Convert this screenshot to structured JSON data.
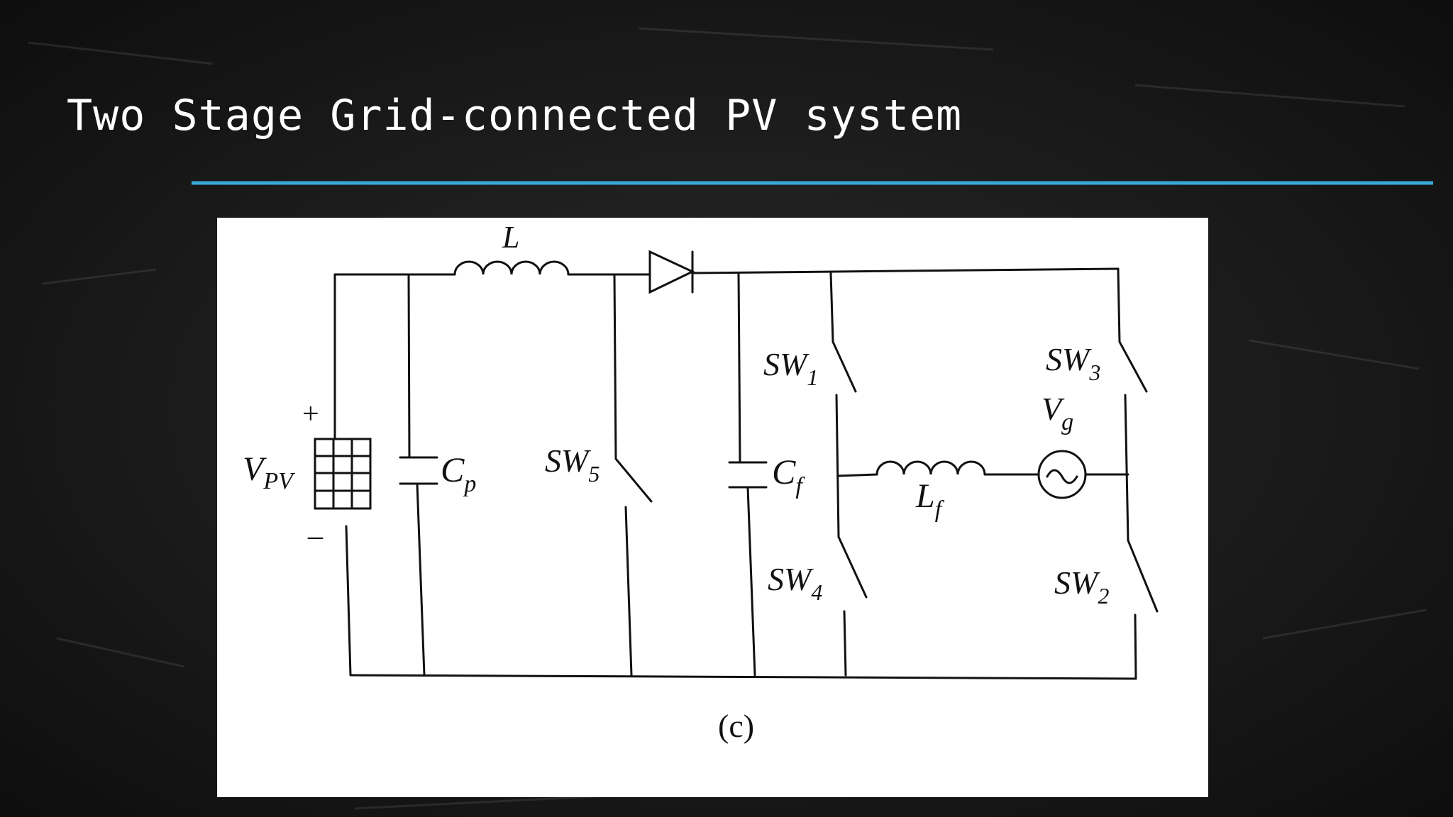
{
  "slide": {
    "title": "Two Stage Grid-connected PV system",
    "accent_color": "#3aa9d9",
    "background_color": "#1b1b1b"
  },
  "diagram": {
    "components": {
      "inductor_main": {
        "name": "L",
        "sub": ""
      },
      "pv_source": {
        "name": "V",
        "sub": "PV"
      },
      "pv_plus": "+",
      "pv_minus": "–",
      "cap_p": {
        "name": "C",
        "sub": "p"
      },
      "sw5": {
        "name": "SW",
        "sub": "5"
      },
      "cap_f": {
        "name": "C",
        "sub": "f"
      },
      "sw1": {
        "name": "SW",
        "sub": "1"
      },
      "sw3": {
        "name": "SW",
        "sub": "3"
      },
      "sw4": {
        "name": "SW",
        "sub": "4"
      },
      "sw2": {
        "name": "SW",
        "sub": "2"
      },
      "inductor_f": {
        "name": "L",
        "sub": "f"
      },
      "grid": {
        "name": "V",
        "sub": "g"
      }
    },
    "caption": "(c)"
  }
}
